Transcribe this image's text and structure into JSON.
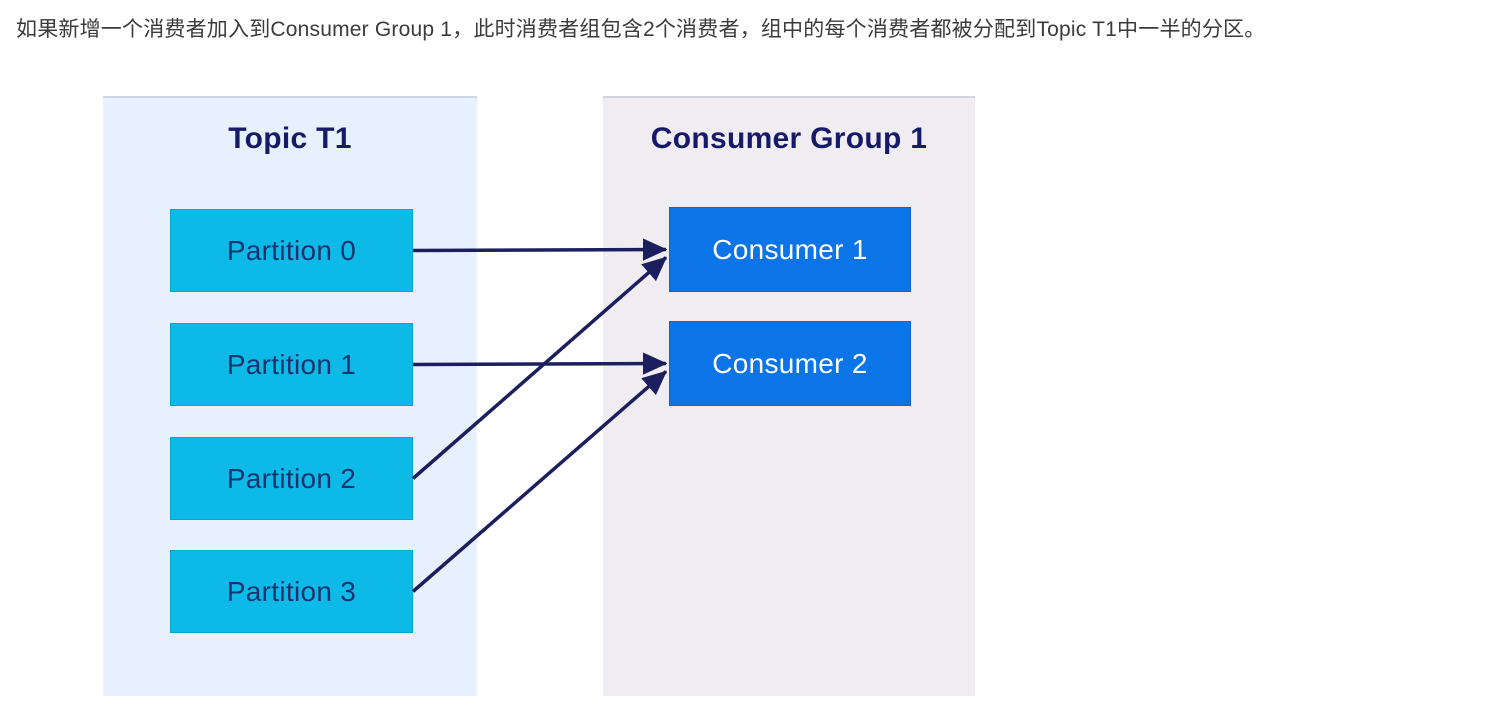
{
  "page": {
    "description": "如果新增一个消费者加入到Consumer Group 1，此时消费者组包含2个消费者，组中的每个消费者都被分配到Topic T1中一半的分区。"
  },
  "diagram": {
    "topic_panel": {
      "title": "Topic T1",
      "partitions": [
        {
          "id": "partition-0",
          "label": "Partition 0"
        },
        {
          "id": "partition-1",
          "label": "Partition 1"
        },
        {
          "id": "partition-2",
          "label": "Partition 2"
        },
        {
          "id": "partition-3",
          "label": "Partition 3"
        }
      ]
    },
    "consumer_panel": {
      "title": "Consumer Group 1",
      "consumers": [
        {
          "id": "consumer-1",
          "label": "Consumer 1"
        },
        {
          "id": "consumer-2",
          "label": "Consumer 2"
        }
      ]
    },
    "connections": [
      {
        "from": "partition-0",
        "to": "consumer-1"
      },
      {
        "from": "partition-1",
        "to": "consumer-2"
      },
      {
        "from": "partition-2",
        "to": "consumer-1"
      },
      {
        "from": "partition-3",
        "to": "consumer-2"
      }
    ],
    "colors": {
      "topic_panel_bg": "#e7f0fd",
      "consumer_panel_bg": "#efedf2",
      "partition_box": "#0db9e7",
      "consumer_box": "#0b74e6",
      "arrow": "#1b1f5d",
      "title_text": "#171a68",
      "partition_text": "#16356e",
      "consumer_text": "#ffffff"
    }
  }
}
